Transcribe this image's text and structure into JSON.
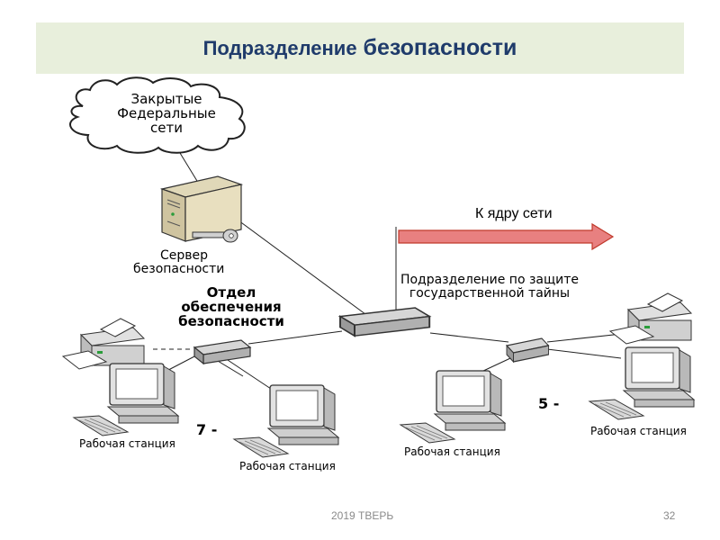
{
  "title": {
    "lead": "Подразделение",
    "rest": "безопасности"
  },
  "cloud_label": [
    "Закрытые",
    "Федеральные",
    "сети"
  ],
  "server_label": [
    "Сервер",
    "безопасности"
  ],
  "dept_label": [
    "Отдел",
    "обеспечения",
    "безопасности"
  ],
  "protect_label": [
    "Подразделение по защите",
    "государственной тайны"
  ],
  "arrow_label": "К ядру сети",
  "workstations": [
    "Рабочая станция",
    "Рабочая станция",
    "Рабочая станция",
    "Рабочая станция"
  ],
  "counts": {
    "left": "7 -",
    "right": "5 -"
  },
  "footer": {
    "center": "2019 ТВЕРЬ",
    "page": "32"
  },
  "colors": {
    "arrow_fill": "#e88080",
    "arrow_stroke": "#c0392b",
    "title": "#1f3b6b",
    "title_bg": "#e8efdc"
  }
}
